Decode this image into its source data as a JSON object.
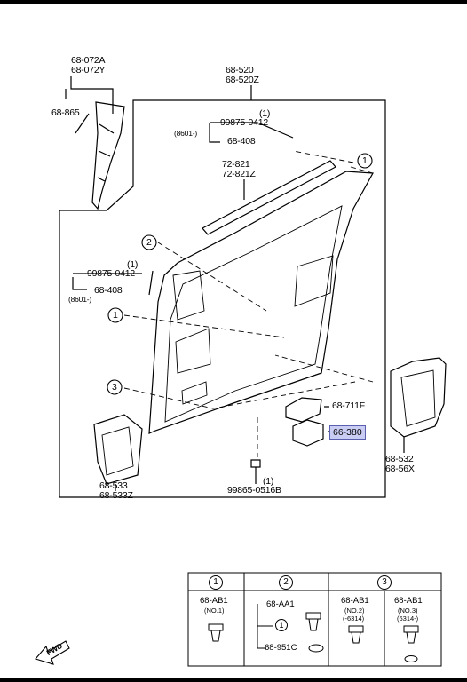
{
  "labels": {
    "pillar_trim": [
      "68-072A",
      "68-072Y"
    ],
    "pillar_clip": "68-865",
    "door_trim": [
      "68-520",
      "68-520Z"
    ],
    "screw_top": {
      "part": "99875-0412",
      "qty": "(1)",
      "note": "(8601-)",
      "alt": "68-408"
    },
    "weatherstrip": [
      "72-821",
      "72-821Z"
    ],
    "screw_mid": {
      "part": "99875-0412",
      "qty": "(1)",
      "note": "(8601-)",
      "alt": "68-408"
    },
    "switch_panel": "68-711F",
    "switch": "66-380",
    "armrest_trim": [
      "68-532",
      "68-56X"
    ],
    "pocket": [
      "68-533",
      "68-533Z"
    ],
    "bolt": {
      "part": "99865-0516B",
      "qty": "(1)"
    },
    "fwd": "FWD"
  },
  "callouts": [
    "1",
    "2",
    "3"
  ],
  "table": {
    "headers": [
      "1",
      "2",
      "3"
    ],
    "col1": {
      "part": "68-AB1",
      "note": "(NO.1)"
    },
    "col2": {
      "part_top": "68-AA1",
      "ref": "1",
      "part_bottom": "68-951C"
    },
    "col3a": {
      "part": "68-AB1",
      "note1": "(NO.2)",
      "note2": "(-6314)"
    },
    "col3b": {
      "part": "68-AB1",
      "note1": "(NO.3)",
      "note2": "(6314-)"
    }
  }
}
